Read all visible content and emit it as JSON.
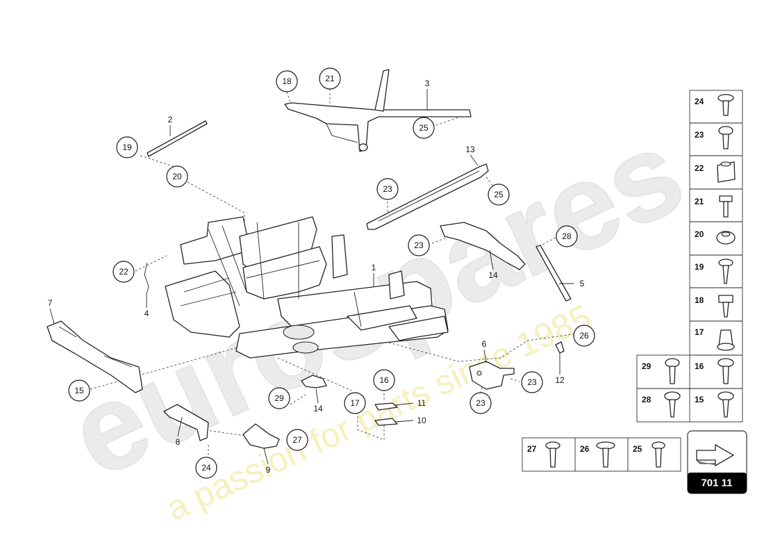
{
  "watermark": {
    "brand": "eurospares",
    "tagline": "a passion for parts since 1985"
  },
  "reference": {
    "code": "701 11"
  },
  "callouts": [
    {
      "id": "c18",
      "label": "18"
    },
    {
      "id": "c21",
      "label": "21"
    },
    {
      "id": "c25a",
      "label": "25"
    },
    {
      "id": "c19",
      "label": "19"
    },
    {
      "id": "c20",
      "label": "20"
    },
    {
      "id": "c23a",
      "label": "23"
    },
    {
      "id": "c25b",
      "label": "25"
    },
    {
      "id": "c23b",
      "label": "23"
    },
    {
      "id": "c28",
      "label": "28"
    },
    {
      "id": "c22",
      "label": "22"
    },
    {
      "id": "c26",
      "label": "26"
    },
    {
      "id": "c15",
      "label": "15"
    },
    {
      "id": "c16",
      "label": "16"
    },
    {
      "id": "c29",
      "label": "29"
    },
    {
      "id": "c17",
      "label": "17"
    },
    {
      "id": "c23c",
      "label": "23"
    },
    {
      "id": "c23d",
      "label": "23"
    },
    {
      "id": "c27",
      "label": "27"
    },
    {
      "id": "c24",
      "label": "24"
    }
  ],
  "part_labels": [
    {
      "id": "p2",
      "label": "2"
    },
    {
      "id": "p3",
      "label": "3"
    },
    {
      "id": "p13",
      "label": "13"
    },
    {
      "id": "p1",
      "label": "1"
    },
    {
      "id": "p14a",
      "label": "14"
    },
    {
      "id": "p5",
      "label": "5"
    },
    {
      "id": "p4",
      "label": "4"
    },
    {
      "id": "p7",
      "label": "7"
    },
    {
      "id": "p6",
      "label": "6"
    },
    {
      "id": "p12",
      "label": "12"
    },
    {
      "id": "p11",
      "label": "11"
    },
    {
      "id": "p10",
      "label": "10"
    },
    {
      "id": "p14b",
      "label": "14"
    },
    {
      "id": "p8",
      "label": "8"
    },
    {
      "id": "p9",
      "label": "9"
    }
  ],
  "fastener_legend": {
    "right_column": [
      "24",
      "23",
      "22",
      "21",
      "20",
      "19",
      "18",
      "17",
      "16",
      "15"
    ],
    "left_column": [
      "29",
      "28"
    ],
    "bottom_row": [
      "27",
      "26",
      "25"
    ]
  }
}
